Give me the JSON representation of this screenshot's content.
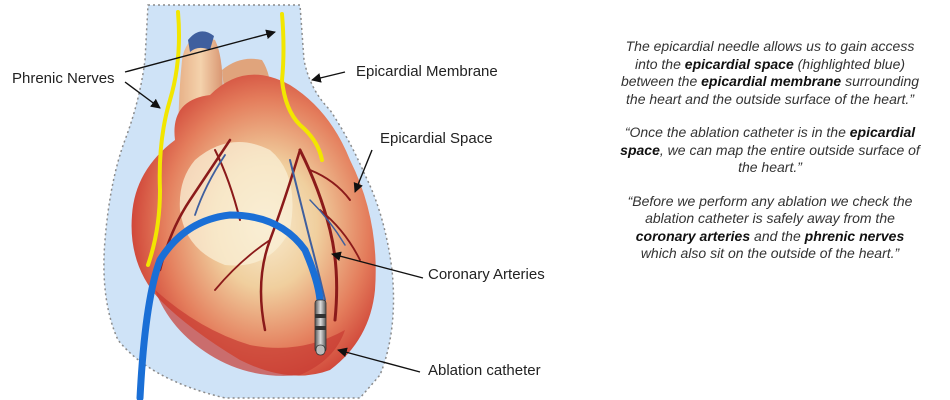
{
  "labels": {
    "phrenic_nerves": "Phrenic Nerves",
    "epicardial_membrane": "Epicardial Membrane",
    "epicardial_space": "Epicardial Space",
    "coronary_arteries": "Coronary Arteries",
    "ablation_catheter": "Ablation catheter"
  },
  "paragraphs": {
    "p1": {
      "a": "The epicardial needle allows us to gain access into the ",
      "b": "epicardial space",
      "c": " (highlighted blue) between the ",
      "d": "epicardial membrane",
      "e": " surrounding the heart and the outside surface of the heart.”"
    },
    "p2": {
      "a": "“Once the ablation catheter is in the ",
      "b": "epicardial space",
      "c": ", we can map the entire outside surface of the heart.”"
    },
    "p3": {
      "a": "“Before we perform any ablation we check the ablation catheter is safely away from the ",
      "b": "coronary arteries",
      "c": " and the ",
      "d": "phrenic nerves",
      "e": " which also sit on the outside of the heart.”"
    }
  },
  "colors": {
    "epicardial_space": "#cfe3f7",
    "membrane_outline": "#8a8a8a",
    "phrenic_nerve": "#f2e600",
    "catheter": "#1a6fd6",
    "heart_base": "#d8433b",
    "heart_highlight": "#f6e6c4",
    "artery": "#8b1a1a",
    "vein": "#3f5f9e"
  }
}
